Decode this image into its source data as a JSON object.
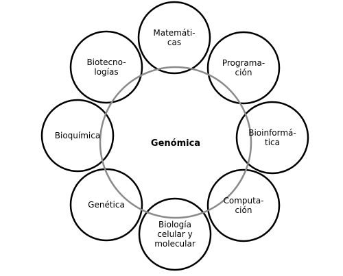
{
  "center": {
    "label": "Genómica",
    "ring_color": "#8a8a8a"
  },
  "nodes": [
    {
      "id": "matematicas",
      "lines": [
        "Matemáti-",
        "cas"
      ]
    },
    {
      "id": "programacion",
      "lines": [
        "Programa-",
        "ción"
      ]
    },
    {
      "id": "bioinformatica",
      "lines": [
        "Bioinformá-",
        "tica"
      ]
    },
    {
      "id": "computacion",
      "lines": [
        "Computa-",
        "ción"
      ]
    },
    {
      "id": "biologia",
      "lines": [
        "Biología",
        "celular y",
        "molecular"
      ]
    },
    {
      "id": "genetica",
      "lines": [
        "Genética"
      ]
    },
    {
      "id": "bioquimica",
      "lines": [
        "Bioquímica"
      ]
    },
    {
      "id": "biotecnologias",
      "lines": [
        "Biotecno-",
        "logías"
      ]
    }
  ],
  "colors": {
    "circle_stroke": "#000000",
    "circle_fill": "#ffffff",
    "text": "#000000"
  }
}
